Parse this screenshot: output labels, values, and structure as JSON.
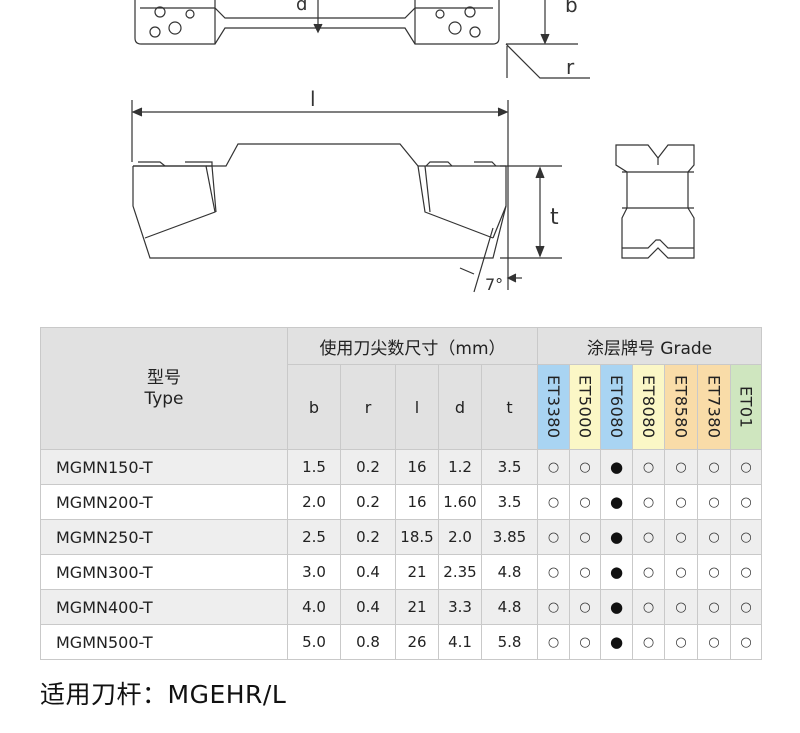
{
  "drawing": {
    "label_d": "d",
    "label_b": "b",
    "label_r": "r",
    "label_l": "l",
    "label_t": "t",
    "label_angle": "7°"
  },
  "table": {
    "model_header_cn": "型号",
    "model_header_en": "Type",
    "dims_header": "使用刀尖数尺寸（mm）",
    "grade_header": "涂层牌号 Grade",
    "dim_columns": [
      "b",
      "r",
      "l",
      "d",
      "t"
    ],
    "grades": [
      {
        "name": "ET3380",
        "color": "#a9d4f2"
      },
      {
        "name": "ET5000",
        "color": "#fbf7c6"
      },
      {
        "name": "ET6080",
        "color": "#a9d4f2"
      },
      {
        "name": "ET8080",
        "color": "#fbf7c6"
      },
      {
        "name": "ET8580",
        "color": "#f9dca8"
      },
      {
        "name": "ET7380",
        "color": "#f9dca8"
      },
      {
        "name": "ET01",
        "color": "#cfe6bf"
      }
    ],
    "rows": [
      {
        "model": "MGMN150-T",
        "b": "1.5",
        "r": "0.2",
        "l": "16",
        "d": "1.2",
        "t": "3.5",
        "marks": [
          "○",
          "○",
          "●",
          "○",
          "○",
          "○",
          "○"
        ]
      },
      {
        "model": "MGMN200-T",
        "b": "2.0",
        "r": "0.2",
        "l": "16",
        "d": "1.60",
        "t": "3.5",
        "marks": [
          "○",
          "○",
          "●",
          "○",
          "○",
          "○",
          "○"
        ]
      },
      {
        "model": "MGMN250-T",
        "b": "2.5",
        "r": "0.2",
        "l": "18.5",
        "d": "2.0",
        "t": "3.85",
        "marks": [
          "○",
          "○",
          "●",
          "○",
          "○",
          "○",
          "○"
        ]
      },
      {
        "model": "MGMN300-T",
        "b": "3.0",
        "r": "0.4",
        "l": "21",
        "d": "2.35",
        "t": "4.8",
        "marks": [
          "○",
          "○",
          "●",
          "○",
          "○",
          "○",
          "○"
        ]
      },
      {
        "model": "MGMN400-T",
        "b": "4.0",
        "r": "0.4",
        "l": "21",
        "d": "3.3",
        "t": "4.8",
        "marks": [
          "○",
          "○",
          "●",
          "○",
          "○",
          "○",
          "○"
        ]
      },
      {
        "model": "MGMN500-T",
        "b": "5.0",
        "r": "0.8",
        "l": "26",
        "d": "4.1",
        "t": "5.8",
        "marks": [
          "○",
          "○",
          "●",
          "○",
          "○",
          "○",
          "○"
        ]
      }
    ]
  },
  "footer": {
    "holder_text": "适用刀杆：MGEHR/L"
  }
}
